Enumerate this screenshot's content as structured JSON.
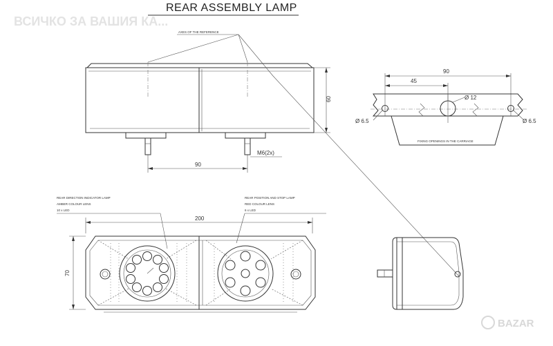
{
  "title": "REAR ASSEMBLY LAMP",
  "watermark": "ВСИЧКО ЗА ВАШИЯ КА...",
  "logo_text": "BAZAR",
  "notes": {
    "axes_of_reference": "AXES OF THE REFERENCE",
    "fixing_openings": "FIXING OPENINGS IN THE CARRIAGE",
    "indicator_line1": "REAR DIRECTION INDICATOR LAMP",
    "indicator_line2": "AMBER COLOUR LENS",
    "indicator_line3": "10 x LED",
    "position_line1": "REAR POSITION AND STOP LAMP",
    "position_line2": "RED COLOUR LENS",
    "position_line3": "6 x LED"
  },
  "dimensions": {
    "top_height": "60",
    "top_bolt_spacing": "90",
    "bolt_thread": "M6(2x)",
    "side_total": "90",
    "side_half": "45",
    "center_hole": "Ø 12",
    "left_hole": "Ø 6.5",
    "right_hole": "Ø 6.5",
    "front_width": "200",
    "front_height": "70"
  },
  "colors": {
    "line": "#333333",
    "watermark": "#e3e3e3"
  }
}
